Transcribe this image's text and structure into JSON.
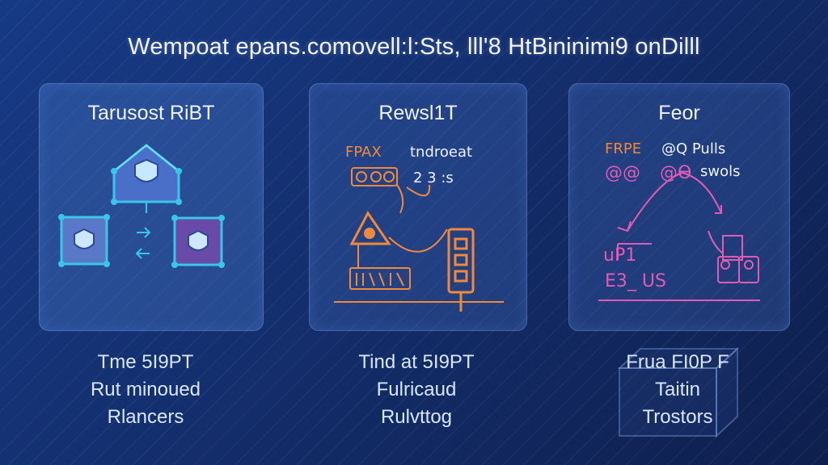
{
  "title": "Wempoat epans.comovell:l:Sts, lll'8 HtBininimi9 onDilll",
  "cards": [
    {
      "title": "Tarusost RiBT"
    },
    {
      "title": "Rewsl1T",
      "note_a": "FPAX",
      "note_b": "tndroeat",
      "note_c": "2 3 :s"
    },
    {
      "title": "Feor",
      "note_a": "FRPE",
      "note_b": "@Q Pulls",
      "note_c": "swols",
      "note_d": "@@",
      "note_e": "@Ɵ",
      "note_f": "uP1",
      "note_g": "E3_ US"
    }
  ],
  "captions": [
    {
      "line1": "Tme 5I9PT",
      "line2": "Rut minoued",
      "line3": "Rlancers"
    },
    {
      "line1": "Tind at 5I9PT",
      "line2": "Fulricaud",
      "line3": "Rulvttog"
    },
    {
      "line1": "Frua FI0P F",
      "line2": "Taitin",
      "line3": "Trostors"
    }
  ],
  "colors": {
    "accent_cyan": "#39c6e8",
    "accent_orange": "#f08a3a",
    "accent_pink": "#e05ab8",
    "accent_purple": "#6a4aa8"
  },
  "icons": [
    "house-shield-icon",
    "shield-icon",
    "two-way-arrows-icon",
    "warning-triangle-icon",
    "document-icon",
    "box-icon"
  ]
}
